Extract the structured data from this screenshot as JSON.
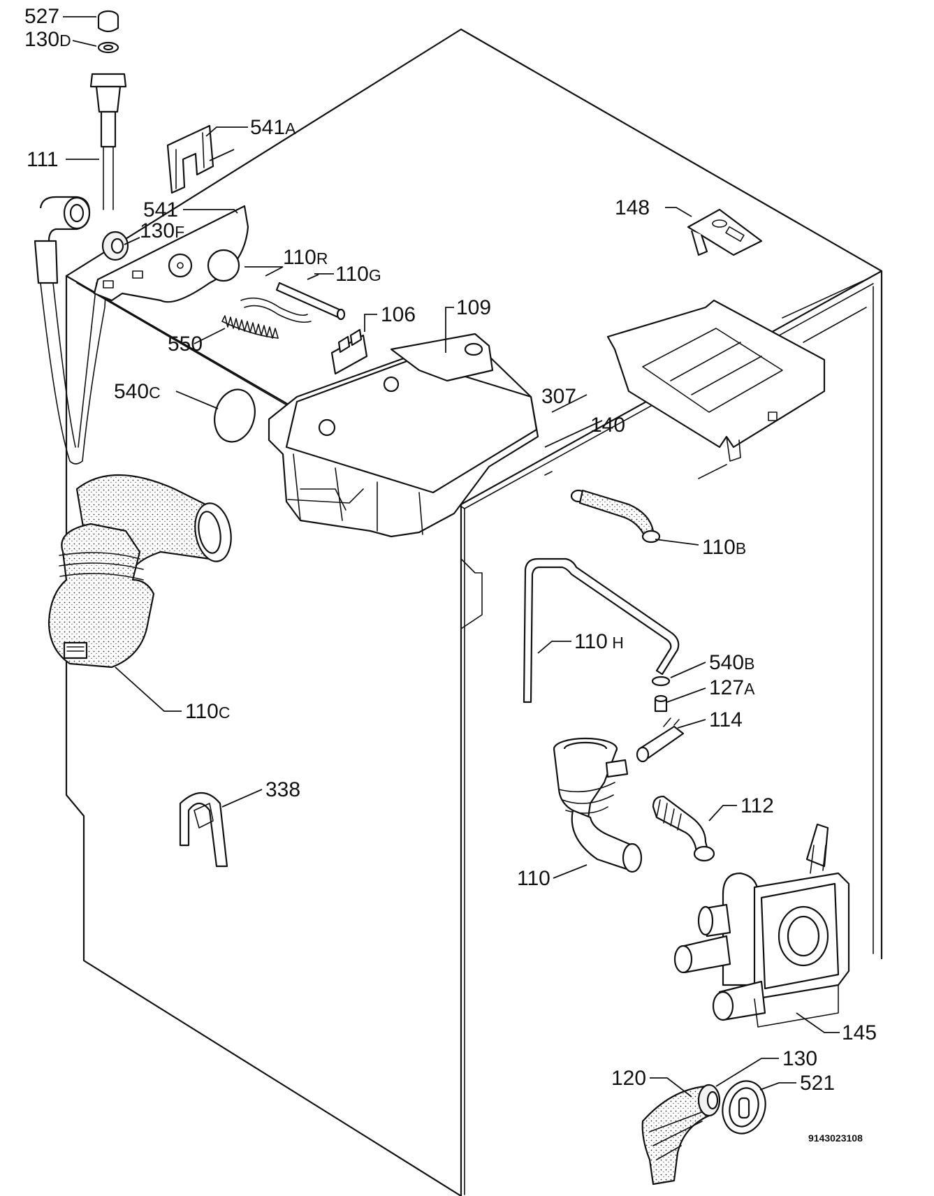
{
  "drawing_code": "9143023108",
  "callouts": [
    {
      "id": "c527",
      "num": "527",
      "suffix": ""
    },
    {
      "id": "c130d",
      "num": "130",
      "suffix": "D"
    },
    {
      "id": "c111",
      "num": "111",
      "suffix": ""
    },
    {
      "id": "c541a",
      "num": "541",
      "suffix": "A"
    },
    {
      "id": "c541",
      "num": "541",
      "suffix": ""
    },
    {
      "id": "c130f",
      "num": "130",
      "suffix": "F"
    },
    {
      "id": "c110r",
      "num": "110",
      "suffix": "R"
    },
    {
      "id": "c110g",
      "num": "110",
      "suffix": "G"
    },
    {
      "id": "c106",
      "num": "106",
      "suffix": ""
    },
    {
      "id": "c109",
      "num": "109",
      "suffix": ""
    },
    {
      "id": "c148",
      "num": "148",
      "suffix": ""
    },
    {
      "id": "c550",
      "num": "550",
      "suffix": ""
    },
    {
      "id": "c540c",
      "num": "540",
      "suffix": "C"
    },
    {
      "id": "c307",
      "num": "307",
      "suffix": ""
    },
    {
      "id": "c140",
      "num": "140",
      "suffix": ""
    },
    {
      "id": "c110b",
      "num": "110",
      "suffix": "B"
    },
    {
      "id": "c110h",
      "num": "110",
      "suffix": " H"
    },
    {
      "id": "c540b",
      "num": "540",
      "suffix": "B"
    },
    {
      "id": "c127a",
      "num": "127",
      "suffix": "A"
    },
    {
      "id": "c114",
      "num": "114",
      "suffix": ""
    },
    {
      "id": "c110c",
      "num": "110",
      "suffix": "C"
    },
    {
      "id": "c338",
      "num": "338",
      "suffix": ""
    },
    {
      "id": "c112",
      "num": "112",
      "suffix": ""
    },
    {
      "id": "c110",
      "num": "110",
      "suffix": ""
    },
    {
      "id": "c145",
      "num": "145",
      "suffix": ""
    },
    {
      "id": "c130",
      "num": "130",
      "suffix": ""
    },
    {
      "id": "c120",
      "num": "120",
      "suffix": ""
    },
    {
      "id": "c521",
      "num": "521",
      "suffix": ""
    }
  ]
}
